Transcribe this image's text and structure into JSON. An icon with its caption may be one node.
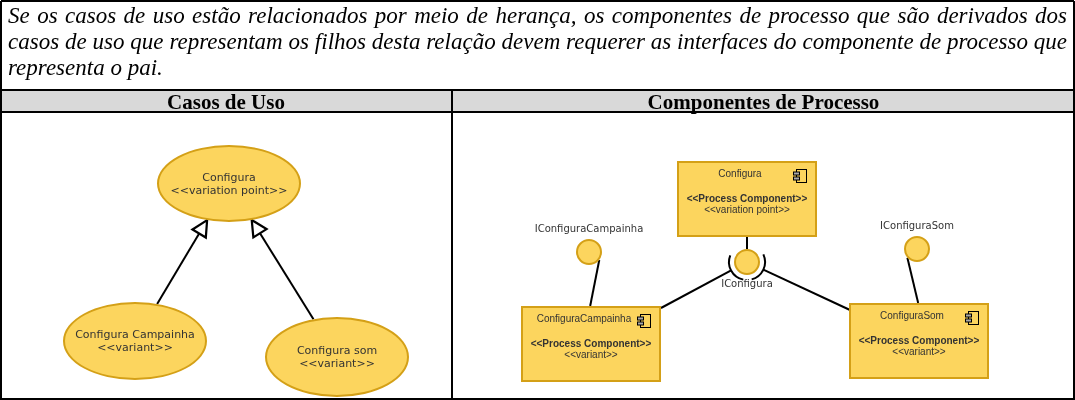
{
  "diagram": {
    "nodes": [
      {
        "text": [
          "Configura",
          "<<variation point>>"
        ]
      },
      {
        "text": [
          "Configura Campainha",
          "<<variant>>"
        ]
      },
      {
        "text": [
          "Configura som",
          "<<variant>>"
        ]
      },
      {
        "text": [
          "Configura",
          "<<Process Component>>",
          "<<variation point>>"
        ]
      },
      {
        "text": [
          "IConfiguraCampainha"
        ]
      },
      {
        "text": [
          "IConfigura"
        ]
      },
      {
        "text": [
          "IConfiguraSom"
        ]
      },
      {
        "text": [
          "ConfiguraCampainha",
          "<<Process Component>>",
          "<<variant>>"
        ]
      },
      {
        "text": [
          "ConfiguraSom",
          "<<Process Component>>",
          "<<variant>>"
        ]
      }
    ],
    "edges": [
      {
        "from": 1,
        "to": 0,
        "arrow": "to"
      },
      {
        "from": 2,
        "to": 0,
        "arrow": "to"
      },
      {
        "from": 3,
        "to": 5,
        "arrow": "none"
      },
      {
        "from": 4,
        "to": 7,
        "arrow": "none"
      },
      {
        "from": 7,
        "to": 5,
        "arrow": "other"
      },
      {
        "from": 6,
        "to": 8,
        "arrow": "none"
      },
      {
        "from": 8,
        "to": 5,
        "arrow": "other"
      }
    ],
    "labels": [
      "Se os casos de uso estão relacionados por meio de herança, os componentes de processo que são derivados dos casos de uso que representam os filhos desta relação devem requerer as interfaces do componente de processo que representa o pai.",
      "Casos de Uso",
      "Componentes de Processo"
    ]
  }
}
